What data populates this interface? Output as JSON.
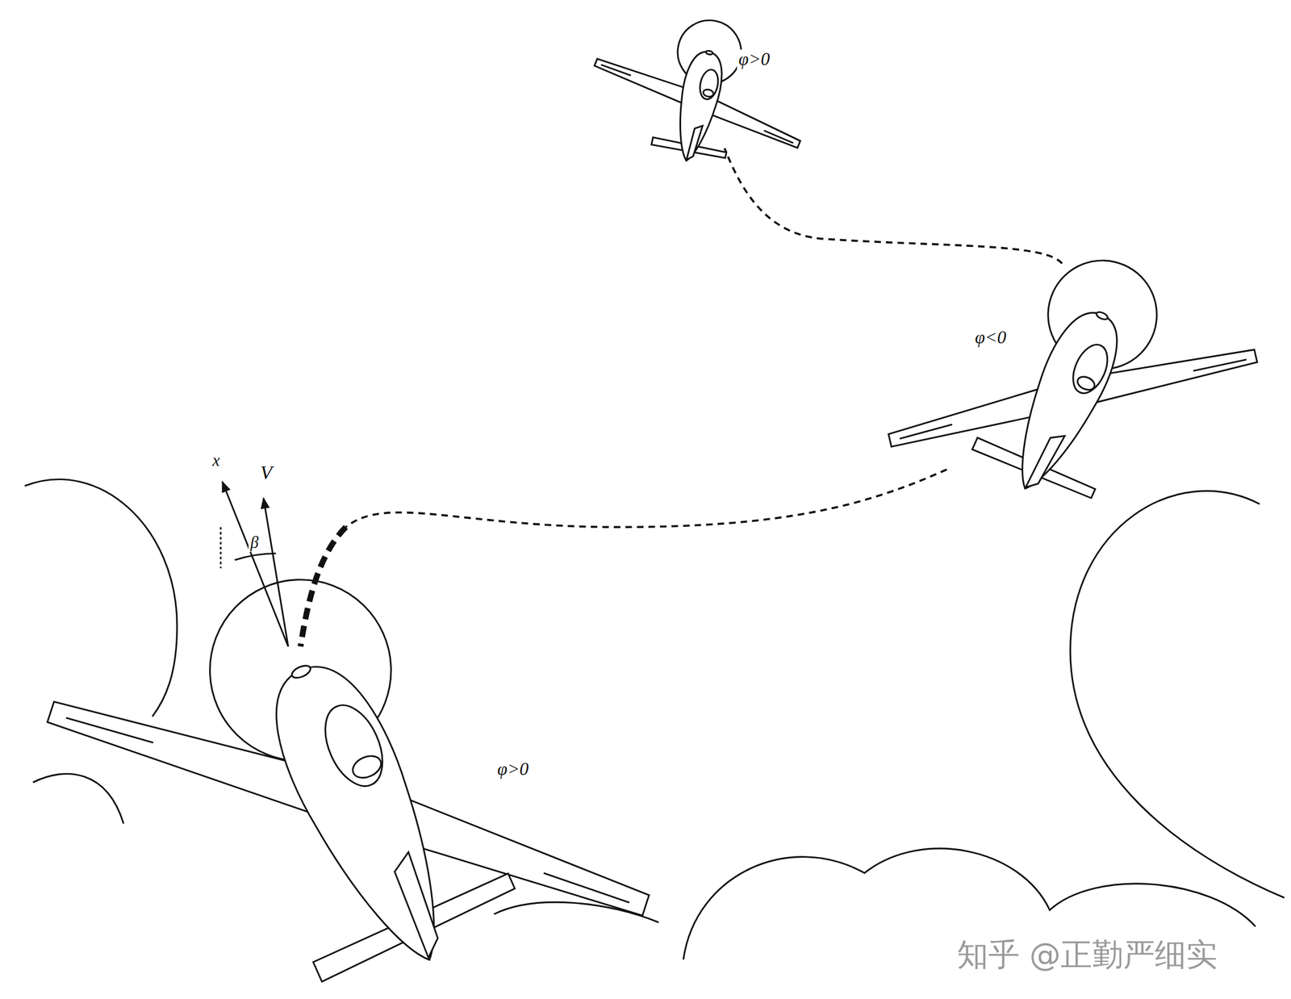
{
  "diagram": {
    "labels": [
      "φ>0",
      "φ<0",
      "x",
      "V",
      "β",
      "φ>0",
      "知乎 @正勤严细实"
    ]
  }
}
